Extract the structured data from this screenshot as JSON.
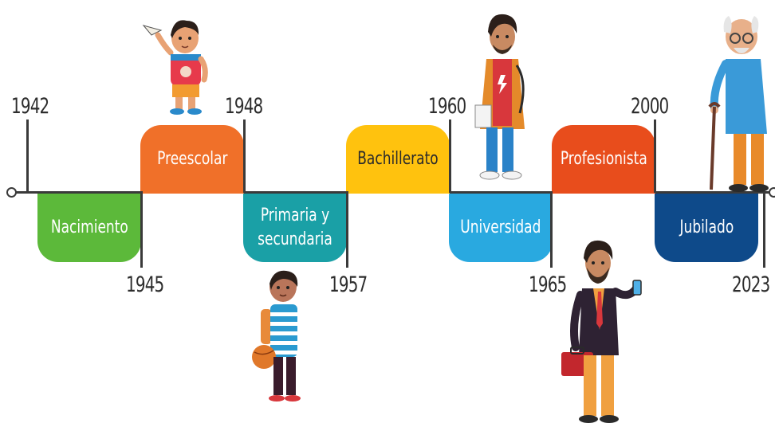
{
  "timeline": {
    "years": [
      "1942",
      "1945",
      "1948",
      "1957",
      "1960",
      "1965",
      "2000",
      "2023"
    ],
    "stages": [
      {
        "label": "Nacimiento",
        "color": "#5cb93a"
      },
      {
        "label": "Preescolar",
        "color": "#f07029"
      },
      {
        "label": "Primaria y secundaria",
        "color": "#1aa0a6"
      },
      {
        "label": "Bachillerato",
        "color": "#ffc20e"
      },
      {
        "label": "Universidad",
        "color": "#29a9e0"
      },
      {
        "label": "Profesionista",
        "color": "#e84d1c"
      },
      {
        "label": "Jubilado",
        "color": "#0e4a8a"
      }
    ]
  },
  "characters": [
    "toddler-paper-plane",
    "child-with-ball-and-backpack",
    "university-student",
    "professional-with-phone",
    "elderly-man-with-cane"
  ]
}
